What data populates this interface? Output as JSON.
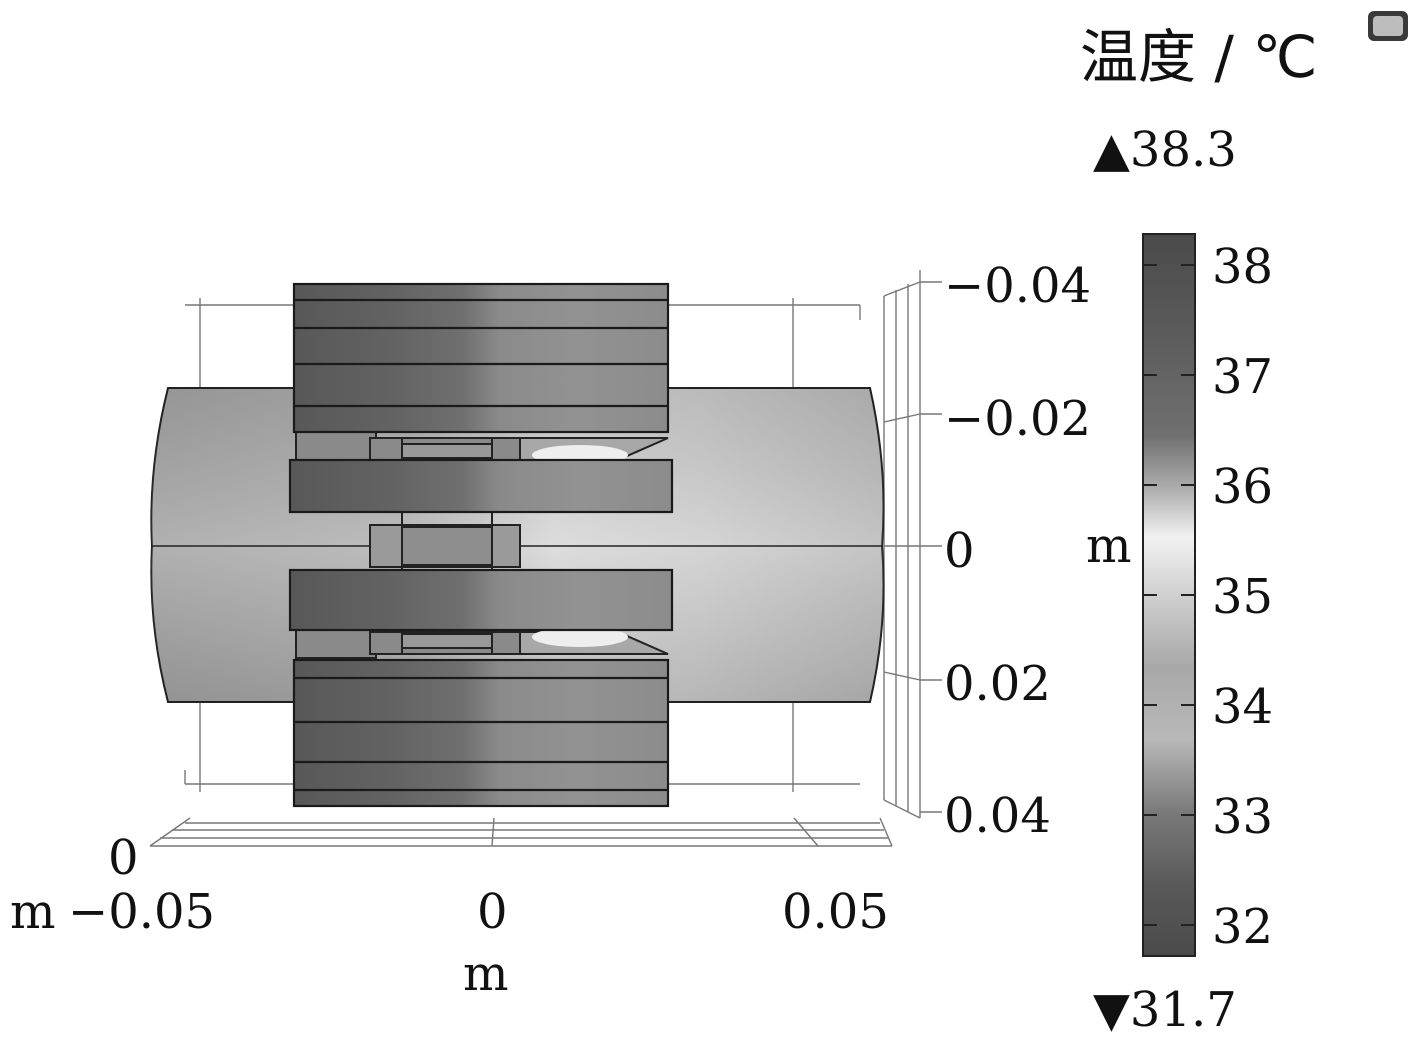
{
  "legend": {
    "title": "温度 / ℃",
    "max_label": "▲38.3",
    "min_label": "▼31.7",
    "min": 31.7,
    "max": 38.3,
    "ticks": [
      "38",
      "37",
      "36",
      "35",
      "34",
      "33",
      "32"
    ],
    "unit_side_label": "m"
  },
  "x_axis": {
    "ticks": [
      "−0.05",
      "0",
      "0.05"
    ],
    "unit_label": "m",
    "corner_unit": "m",
    "corner_zero": "0"
  },
  "y_axis": {
    "ticks": [
      "−0.04",
      "−0.02",
      "0",
      "0.02",
      "0.04"
    ]
  },
  "icons": {
    "corner": "camera-icon"
  }
}
